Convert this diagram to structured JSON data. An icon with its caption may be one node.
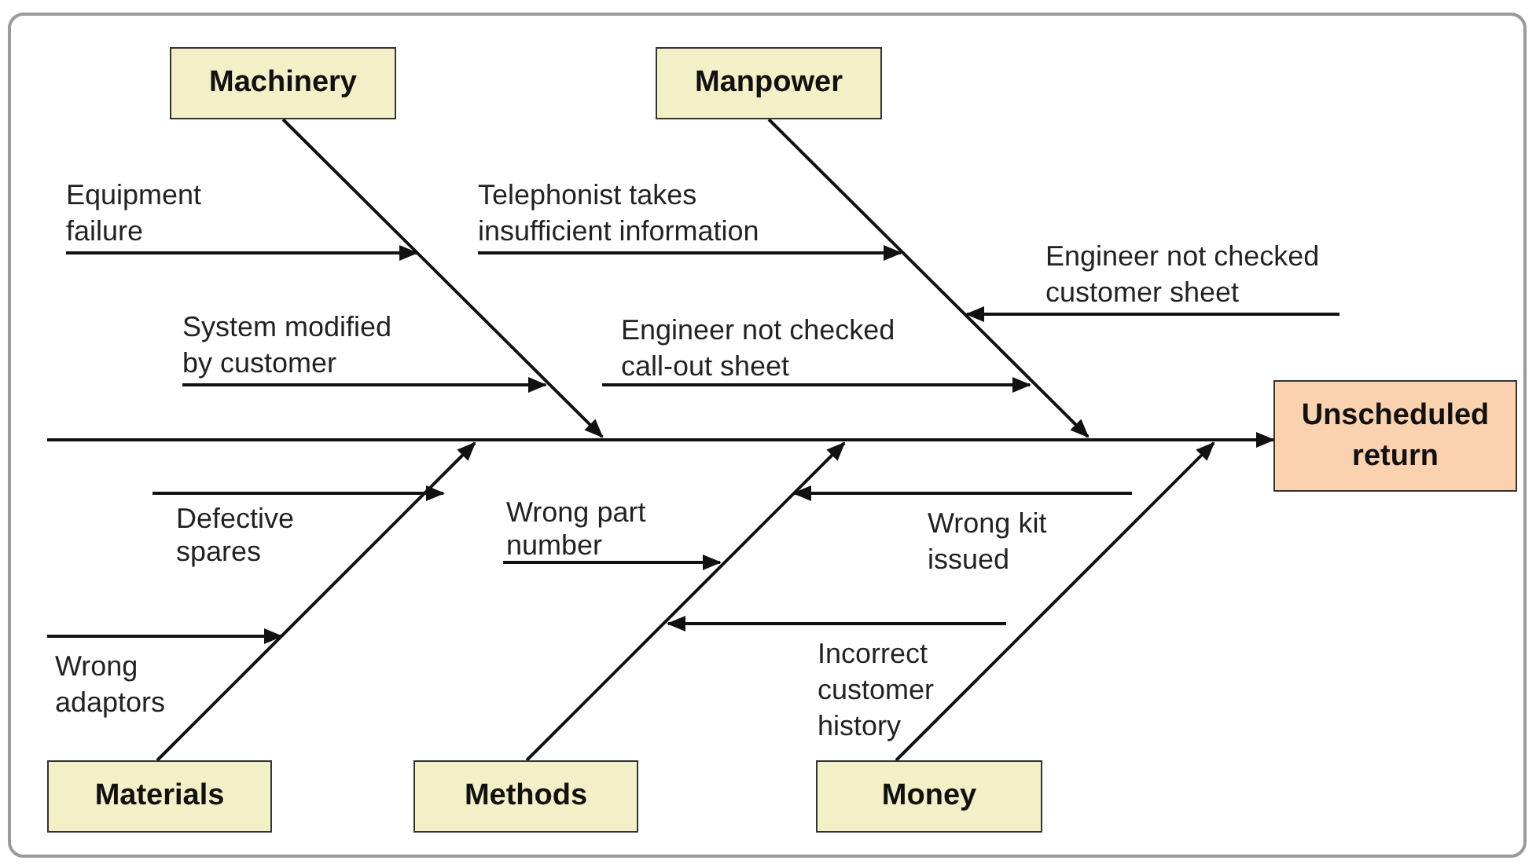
{
  "diagram": {
    "nodes": [
      {
        "text": [
          "Machinery"
        ]
      },
      {
        "text": [
          "Manpower"
        ]
      },
      {
        "text": [
          "Equipment failure"
        ]
      },
      {
        "text": [
          "Telephonist takes insufficient information"
        ]
      },
      {
        "text": [
          "Engineer not checked customer sheet"
        ]
      },
      {
        "text": [
          "System modified by customer"
        ]
      },
      {
        "text": [
          "Engineer not checked call-out sheet"
        ]
      },
      {
        "text": [
          "Unscheduled return"
        ]
      },
      {
        "text": [
          "Defective spares"
        ]
      },
      {
        "text": [
          "Wrong part number"
        ]
      },
      {
        "text": [
          "Wrong kit issued"
        ]
      },
      {
        "text": [
          "Wrong adaptors"
        ]
      },
      {
        "text": [
          "Incorrect customer history"
        ]
      },
      {
        "text": [
          "Materials"
        ]
      },
      {
        "text": [
          "Methods"
        ]
      },
      {
        "text": [
          "Money"
        ]
      }
    ],
    "edges": [
      {
        "from": null,
        "to": 7,
        "arrow": "to"
      },
      {
        "from": 0,
        "to": null,
        "arrow": "to"
      },
      {
        "from": 1,
        "to": null,
        "arrow": "to"
      },
      {
        "from": 13,
        "to": null,
        "arrow": "to"
      },
      {
        "from": 14,
        "to": null,
        "arrow": "to"
      },
      {
        "from": 15,
        "to": null,
        "arrow": "to"
      },
      {
        "from": 2,
        "to": null,
        "arrow": "to"
      },
      {
        "from": 3,
        "to": null,
        "arrow": "to"
      },
      {
        "from": 4,
        "to": null,
        "arrow": "to"
      },
      {
        "from": 5,
        "to": null,
        "arrow": "to"
      },
      {
        "from": 6,
        "to": null,
        "arrow": "to"
      },
      {
        "from": 8,
        "to": null,
        "arrow": "to"
      },
      {
        "from": 9,
        "to": null,
        "arrow": "to"
      },
      {
        "from": 10,
        "to": null,
        "arrow": "to"
      },
      {
        "from": 11,
        "to": null,
        "arrow": "to"
      },
      {
        "from": 12,
        "to": null,
        "arrow": "to"
      }
    ]
  }
}
